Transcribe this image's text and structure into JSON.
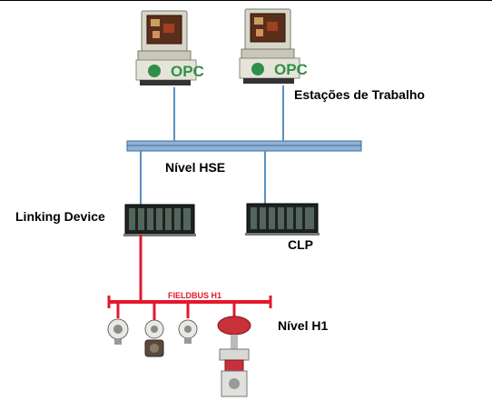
{
  "labels": {
    "workstations": "Estações de Trabalho",
    "hse_level": "Nível HSE",
    "linking_device": "Linking Device",
    "plc": "CLP",
    "h1_level": "Nível H1",
    "fieldbus": "FIELDBUS H1",
    "opc_logo_text": "OPC"
  },
  "colors": {
    "hse_bus": "#8fb2d4",
    "hse_lines": "#5b8fc4",
    "h1_bus": "#e3182d",
    "rack_dark": "#1b2420",
    "rack_slot": "#55645c",
    "monitor_body": "#d8d6c8",
    "monitor_screen": "#5a2e1a",
    "logo_green": "#2f8f4a"
  },
  "icons": [
    "workstation-icon",
    "workstation-icon",
    "linking-device-icon",
    "plc-rack-icon",
    "field-transmitter-icon",
    "control-valve-icon"
  ]
}
